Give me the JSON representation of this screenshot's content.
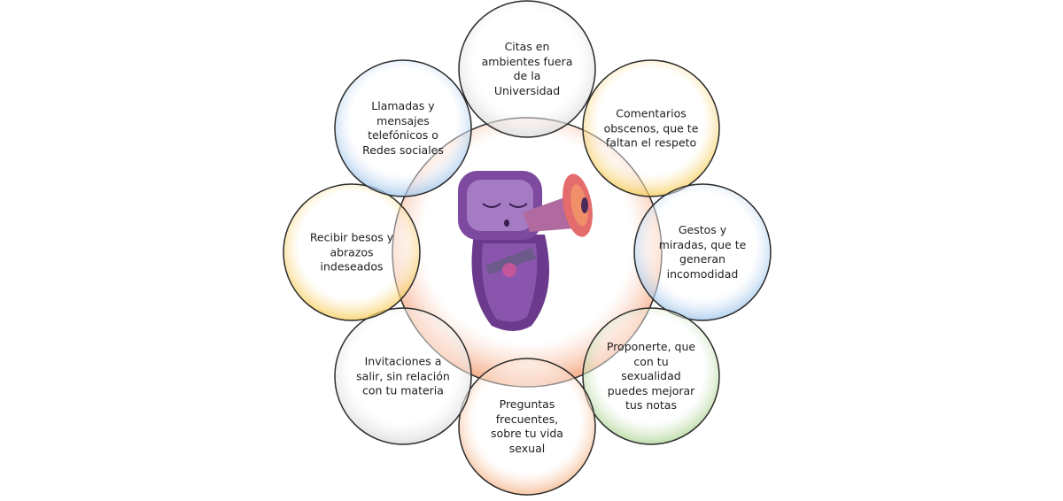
{
  "center": {
    "icon": "robot-megaphone-mascot",
    "color": "#fde6dc"
  },
  "bubbles": [
    {
      "id": "citas",
      "text": "Citas en ambientes fuera de la Universidad",
      "lines": [
        "Citas en",
        "ambientes fuera",
        "de la",
        "Universidad"
      ],
      "color": "#d9d9d9"
    },
    {
      "id": "comentarios",
      "text": "Comentarios obscenos, que te faltan el respeto",
      "lines": [
        "Comentarios",
        "obscenos, que te",
        "faltan el respeto"
      ],
      "color": "#f6c94f"
    },
    {
      "id": "gestos",
      "text": "Gestos y miradas, que te generan incomodidad",
      "lines": [
        "Gestos y",
        "miradas, que te",
        "generan",
        "incomodidad"
      ],
      "color": "#9cc3ea"
    },
    {
      "id": "proponerte",
      "text": "Proponerte, que con tu sexualidad puedes mejorar tus notas",
      "lines": [
        "Proponerte, que",
        "con tu",
        "sexualidad",
        "puedes mejorar",
        "tus notas"
      ],
      "color": "#a9d18e"
    },
    {
      "id": "preguntas",
      "text": "Preguntas frecuentes, sobre tu vida sexual",
      "lines": [
        "Preguntas",
        "frecuentes,",
        "sobre tu vida",
        "sexual"
      ],
      "color": "#f4b183"
    },
    {
      "id": "invitaciones",
      "text": "Invitaciones a salir, sin relación con tu materia",
      "lines": [
        "Invitaciones a",
        "salir, sin relación",
        "con tu materia"
      ],
      "color": "#d9d9d9"
    },
    {
      "id": "recibir",
      "text": "Recibir besos y abrazos indeseados",
      "lines": [
        "Recibir besos y",
        "abrazos",
        "indeseados"
      ],
      "color": "#f6c94f"
    },
    {
      "id": "llamadas",
      "text": "Llamadas y mensajes telefónicos o Redes sociales",
      "lines": [
        "Llamadas y",
        "mensajes",
        "telefónicos o",
        "Redes sociales"
      ],
      "color": "#9cc3ea"
    }
  ]
}
